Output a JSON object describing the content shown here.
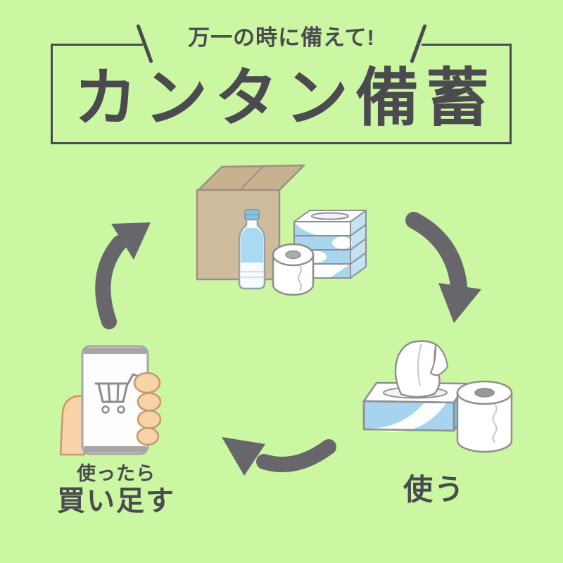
{
  "colors": {
    "background": "#cbf6a2",
    "ink": "#4a4a4f",
    "arrow": "#67676b",
    "cardboard": "#cfbc9d",
    "light_blue": "#a9d6ef",
    "skin": "#f8d2a8"
  },
  "header": {
    "tagline": "万一の時に備えて!",
    "title": "カンタン備蓄"
  },
  "cycle": {
    "stock_step": {
      "icon": "stockpile-box-illustration"
    },
    "use_step": {
      "label": "使う",
      "icon": "tissue-and-toilet-paper-illustration"
    },
    "restock_step": {
      "label_line1": "使ったら",
      "label_line2": "買い足す",
      "icon": "hand-smartphone-cart-illustration"
    }
  }
}
